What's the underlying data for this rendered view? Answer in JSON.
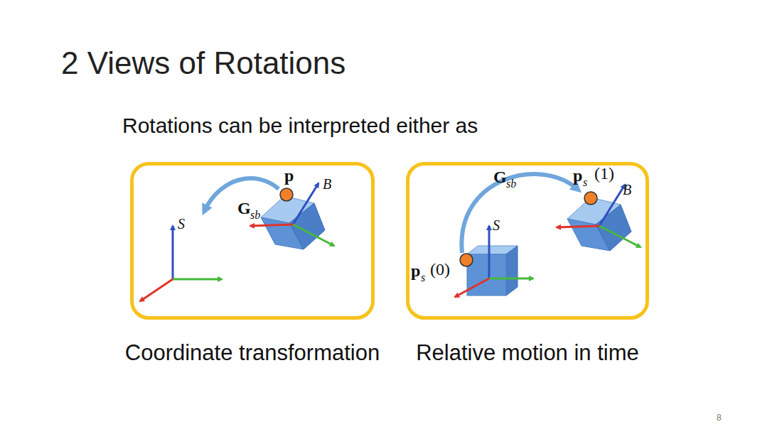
{
  "diagram": {
    "title": "2 Views of Rotations",
    "nodes": [
      {
        "text": [
          "Coordinate transformation"
        ]
      },
      {
        "text": [
          "Relative motion in time"
        ]
      }
    ],
    "labels": [
      "Rotations can be interpreted either as",
      "p",
      "G",
      "sb",
      "S",
      "B",
      "G",
      "sb",
      "p",
      "s",
      "(1)",
      "B",
      "S",
      "p",
      "s",
      "(0)",
      "8"
    ]
  }
}
